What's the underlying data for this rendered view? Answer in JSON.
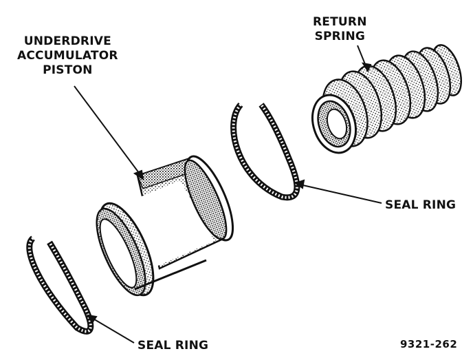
{
  "labels": {
    "underdrive_line1": "UNDERDRIVE",
    "underdrive_line2": "ACCUMULATOR",
    "underdrive_line3": "PISTON",
    "return_line1": "RETURN",
    "return_line2": "SPRING",
    "seal_ring_upper": "SEAL RING",
    "seal_ring_lower": "SEAL RING"
  },
  "figure_number": "9321-262",
  "colors": {
    "ink": "#111111",
    "background": "#ffffff"
  }
}
